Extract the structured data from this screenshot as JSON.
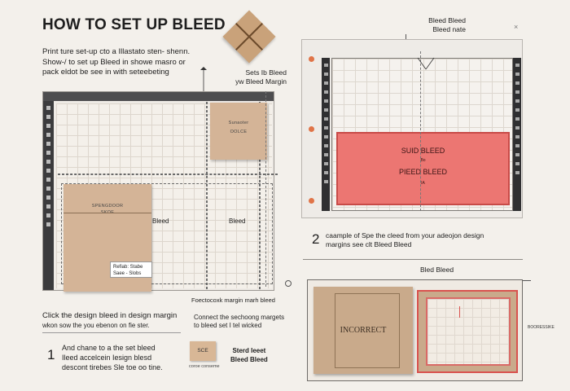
{
  "heading": "HOW TO SET UP BLEED",
  "intro_lines": [
    "Print ture set-up cto a Illastato sten- shenn.",
    "Show-/ to set up Bleed in showe masro or",
    "pack eldot be see in with seteebeting"
  ],
  "left_diagram": {
    "callout_top": [
      "Sets Ib Bleed",
      "yw Bleed Margin"
    ],
    "small_card_lines": [
      "Sunaoter",
      "OOLCE"
    ],
    "big_card_lines": [
      "SPENGDOOR",
      "SKOE"
    ],
    "bleed_label_left": "Bleed",
    "bleed_label_right": "Bleed",
    "sticky_lines": [
      "Refiab: Stabe",
      "Saee - Slobs"
    ],
    "under_caption": "Foectocoxk margin marh bleed"
  },
  "step1_caption": [
    "Click the design bleed in design margin",
    "wkon sow the you ebenon on fie ster."
  ],
  "step1": {
    "number": "1",
    "lines": [
      "And chane to a the set bleed",
      "Ileed accelcein Iesign blesd",
      "descont tirebes Sle toe oo tine."
    ]
  },
  "middle_note": [
    "Connect the sechoong margets",
    "to bleed set I tel wicked"
  ],
  "package": {
    "label": "SCE",
    "caption": "coroe conseme",
    "side_lines": [
      "Sterd Ieeet",
      "Bleed Bleed"
    ]
  },
  "right_diagram": {
    "top_labels": [
      "Bleed Bleed",
      "Bleed nate"
    ],
    "band_lines": [
      "SUID BLEED",
      "Bo",
      "PIEED BLEED",
      "IA"
    ]
  },
  "step2": {
    "number": "2",
    "lines": [
      "caample of Spe the cleed from your adeojon design",
      "margins see clt Bleed Bleed"
    ]
  },
  "comparison": {
    "title": "Bled Bleed",
    "incorrect_label": "INCORRECT",
    "side_label": "BOORESSIKE"
  }
}
